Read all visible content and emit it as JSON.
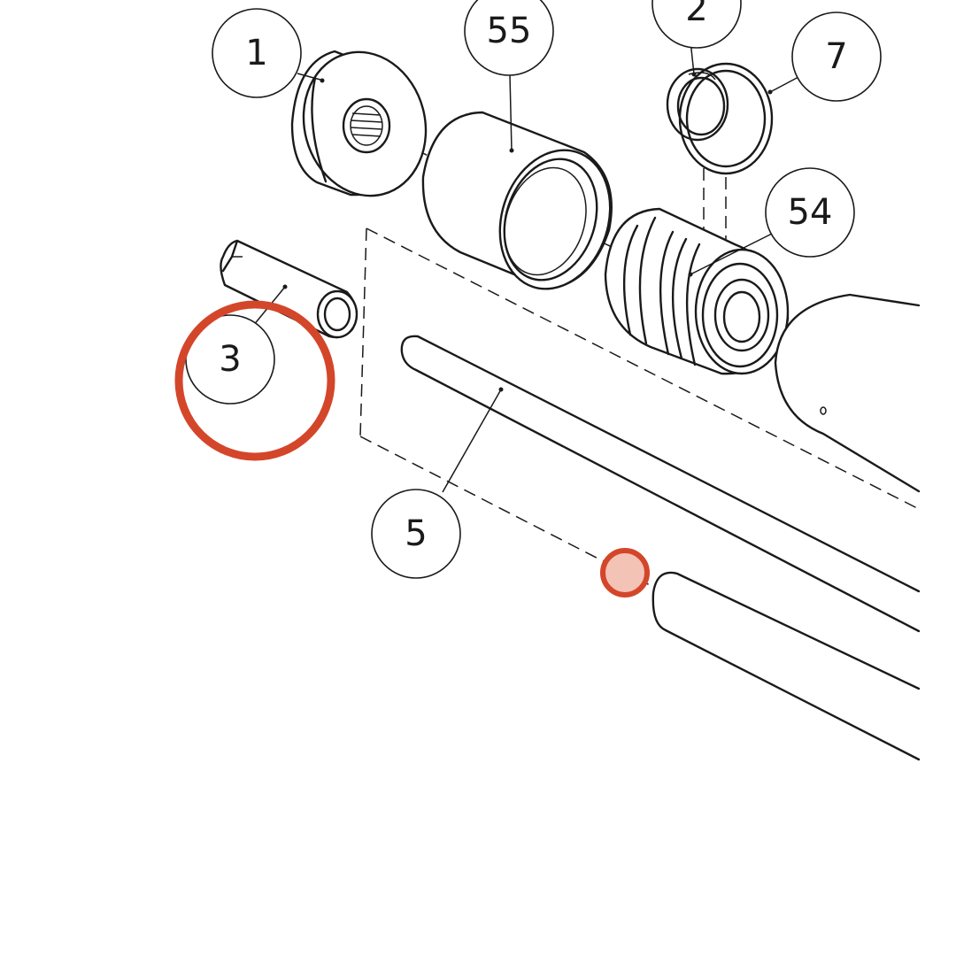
{
  "callouts": {
    "part_1": "1",
    "part_55": "55",
    "part_2": "2",
    "part_7": "7",
    "part_54": "54",
    "part_3": "3",
    "part_5": "5"
  },
  "colors": {
    "line": "#1a1a1a",
    "highlight_ring": "#d4462a",
    "highlight_fill": "#f3c3b6",
    "background": "#ffffff"
  }
}
